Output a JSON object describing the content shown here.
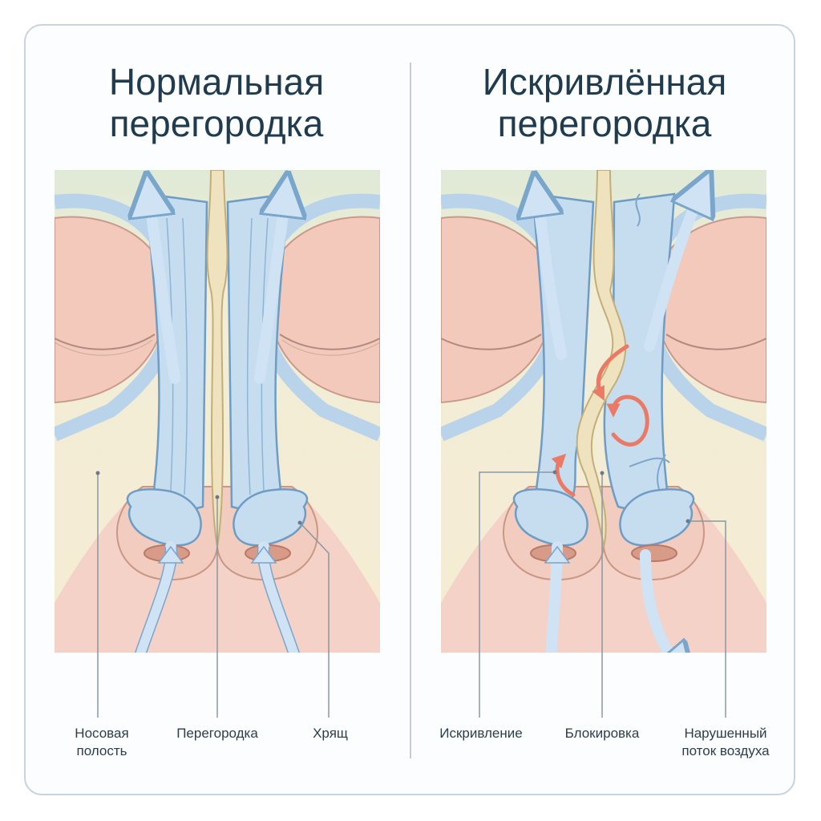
{
  "panels": {
    "normal": {
      "title_line1": "Нормальная",
      "title_line2": "перегородка",
      "labels": {
        "cavity_line1": "Носовая",
        "cavity_line2": "полость",
        "septum": "Перегородка",
        "cartilage": "Хрящ"
      }
    },
    "deviated": {
      "title_line1": "Искривлённая",
      "title_line2": "перегородка",
      "labels": {
        "deviation": "Искривление",
        "blockage": "Блокировка",
        "flow_line1": "Нарушенный",
        "flow_line2": "поток воздуха"
      }
    }
  },
  "colors": {
    "skin": "#f4d2c7",
    "background_cream": "#f6ecd4",
    "background_green": "#dfead6",
    "airway": "#c6ddf0",
    "airway_outline": "#6e9cc4",
    "septum": "#efe2bf",
    "turbulence": "#ea7a66",
    "title": "#1f3b4d",
    "leader_line": "#8a98a4"
  }
}
